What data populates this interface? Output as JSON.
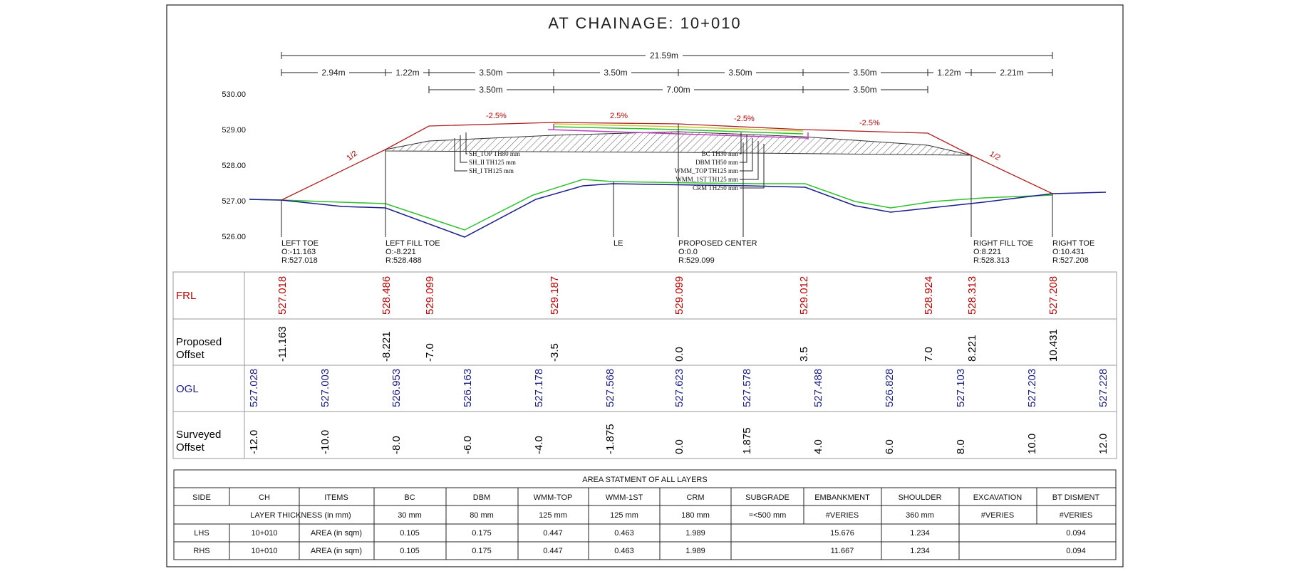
{
  "title": "AT  CHAINAGE:  10+010",
  "dimensions": {
    "total": "21.59m",
    "row1": [
      "2.94m",
      "1.22m",
      "3.50m",
      "3.50m",
      "3.50m",
      "3.50m",
      "1.22m",
      "2.21m"
    ],
    "row2": [
      "3.50m",
      "7.00m",
      "3.50m"
    ]
  },
  "y_axis": [
    "530.00",
    "529.00",
    "528.00",
    "527.00",
    "526.00"
  ],
  "slopes": {
    "left": "1/2",
    "right": "1/2",
    "cross": [
      "-2.5%",
      "2.5%",
      "-2.5%",
      "-2.5%"
    ]
  },
  "left_layers": [
    "SH_TOP TH80 mm",
    "SH_II TH125 mm",
    "SH_I TH125 mm"
  ],
  "right_layers": [
    "BC TH30 mm",
    "DBM TH50 mm",
    "WMM_TOP TH125 mm",
    "WMM_1ST TH125 mm",
    "CRM TH250 mm"
  ],
  "points": {
    "left_toe": [
      "LEFT TOE",
      "O:-11.163",
      "R:527.018"
    ],
    "left_fill_toe": [
      "LEFT FILL TOE",
      "O:-8.221",
      "R:528.488"
    ],
    "le": "LE",
    "center": [
      "PROPOSED CENTER",
      "O:0.0",
      "R:529.099"
    ],
    "right_fill_toe": [
      "RIGHT FILL TOE",
      "O:8.221",
      "R:528.313"
    ],
    "right_toe": [
      "RIGHT TOE",
      "O:10.431",
      "R:527.208"
    ]
  },
  "band": {
    "frl_label": "FRL",
    "offset_label_1": "Proposed",
    "offset_label_2": "Offset",
    "ogl_label": "OGL",
    "surveyed_label_1": "Surveyed",
    "surveyed_label_2": "Offset",
    "frl": [
      "527.018",
      "528.486",
      "529.099",
      "529.187",
      "529.099",
      "529.012",
      "528.924",
      "528.313",
      "527.208"
    ],
    "proposed_offset": [
      "-11.163",
      "-8.221",
      "-7.0",
      "-3.5",
      "0.0",
      "3.5",
      "7.0",
      "8.221",
      "10.431"
    ],
    "ogl": [
      "527.028",
      "527.003",
      "526.953",
      "526.163",
      "527.178",
      "527.568",
      "527.623",
      "527.578",
      "527.488",
      "526.828",
      "527.103",
      "527.203",
      "527.228"
    ],
    "surveyed_offset": [
      "-12.0",
      "-10.0",
      "-8.0",
      "-6.0",
      "-4.0",
      "-1.875",
      "0.0",
      "1.875",
      "4.0",
      "6.0",
      "8.0",
      "10.0",
      "12.0"
    ]
  },
  "colors": {
    "frl": "#c00000",
    "ogl": "#1b1d8c",
    "green": "#2ec02e",
    "road": "#b02020"
  },
  "area_table": {
    "title": "AREA STATMENT OF ALL LAYERS",
    "headers": [
      "SIDE",
      "CH",
      "ITEMS",
      "BC",
      "DBM",
      "WMM-TOP",
      "WMM-1ST",
      "CRM",
      "SUBGRADE",
      "EMBANKMENT",
      "SHOULDER",
      "EXCAVATION",
      "BT DISMENT"
    ],
    "thickness_label": "LAYER THICKNESS (in mm)",
    "thickness": [
      "30 mm",
      "80 mm",
      "125 mm",
      "125 mm",
      "180 mm",
      "=<500 mm",
      "#VERIES",
      "360 mm",
      "#VERIES",
      "#VERIES"
    ],
    "rows": [
      {
        "side": "LHS",
        "ch": "10+010",
        "item": "AREA (in sqm)",
        "bc": "0.105",
        "dbm": "0.175",
        "wmm_top": "0.447",
        "wmm_1st": "0.463",
        "crm": "1.989",
        "embankment": "15.676",
        "shoulder": "1.234",
        "bt": "0.094"
      },
      {
        "side": "RHS",
        "ch": "10+010",
        "item": "AREA (in sqm)",
        "bc": "0.105",
        "dbm": "0.175",
        "wmm_top": "0.447",
        "wmm_1st": "0.463",
        "crm": "1.989",
        "embankment": "11.667",
        "shoulder": "1.234",
        "bt": "0.094"
      }
    ]
  }
}
